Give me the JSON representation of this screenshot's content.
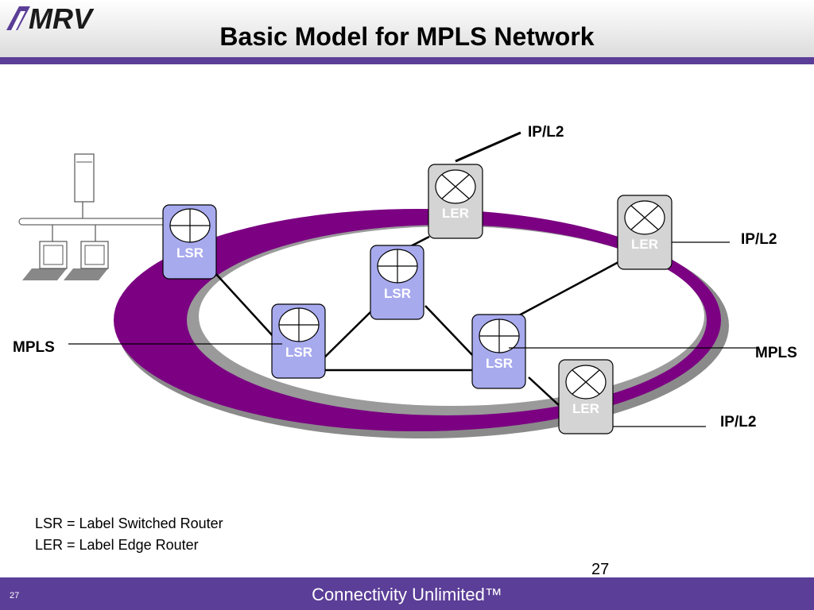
{
  "header": {
    "logo_text": "MRV",
    "title": "Basic Model for MPLS Network"
  },
  "diagram": {
    "nodes": [
      {
        "type": "LSR",
        "label": "LSR"
      },
      {
        "type": "LSR",
        "label": "LSR"
      },
      {
        "type": "LSR",
        "label": "LSR"
      },
      {
        "type": "LSR",
        "label": "LSR"
      },
      {
        "type": "LER",
        "label": "LER"
      },
      {
        "type": "LER",
        "label": "LER"
      },
      {
        "type": "LER",
        "label": "LER"
      }
    ],
    "callouts": {
      "mpls_left": "MPLS",
      "mpls_right": "MPLS",
      "ipl2_top": "IP/L2",
      "ipl2_right": "IP/L2",
      "ipl2_bottom": "IP/L2"
    }
  },
  "legend": [
    "LSR = Label Switched Router",
    "LER = Label Edge Router"
  ],
  "page_number": "27",
  "footer": {
    "slide_number": "27",
    "tagline": "Connectivity Unlimited™"
  },
  "colors": {
    "accent": "#5b3e97",
    "ring": "#7b0082",
    "lsr_fill": "#a8aaee",
    "ler_fill": "#d4d4d4"
  }
}
